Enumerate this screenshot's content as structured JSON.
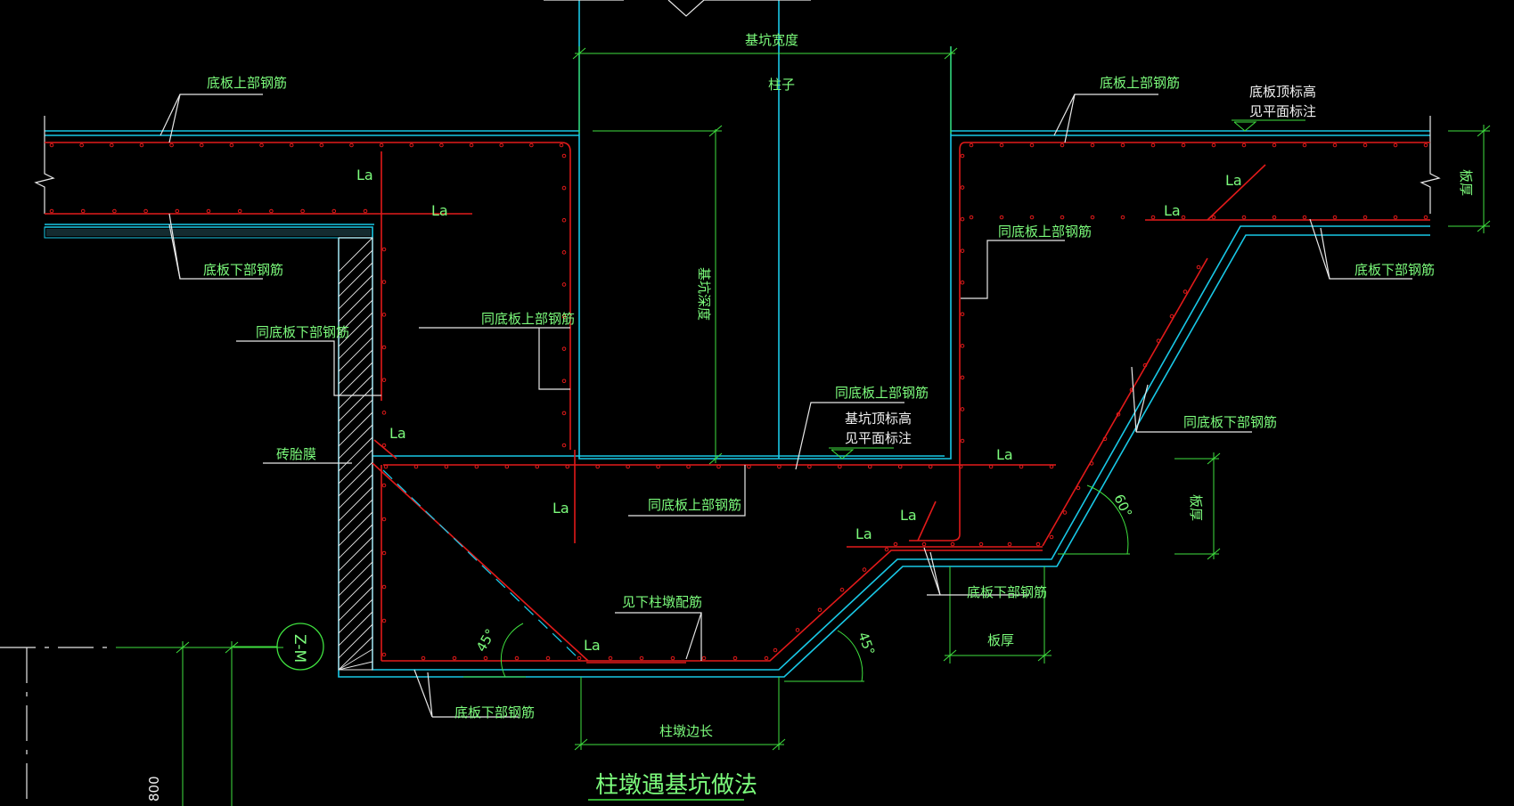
{
  "title": "柱墩遇基坑做法",
  "colors": {
    "background": "#000000",
    "concrete_outline": "#19c8e6",
    "rebar": "#e21a1a",
    "annotation": "#7CFC7C",
    "dimension_line": "#3fe03f",
    "elevation_text": "#f0f0f0"
  },
  "labels": {
    "pit_width": "基坑宽度",
    "column": "柱子",
    "pit_depth": "基坑深度",
    "slab_top_rebar_left": "底板上部钢筋",
    "slab_top_rebar_right": "底板上部钢筋",
    "slab_bottom_rebar_left": "底板下部钢筋",
    "slab_bottom_rebar_right": "底板下部钢筋",
    "slab_top_elev_line1": "底板顶标高",
    "slab_top_elev_line2": "见平面标注",
    "slab_thickness_right": "板厚",
    "same_as_top_rebar_inner": "同底板上部钢筋",
    "same_as_top_rebar_right": "同底板上部钢筋",
    "same_as_bottom_rebar_left": "同底板下部钢筋",
    "same_as_top_rebar_pit": "同底板上部钢筋",
    "pit_top_elev_line1": "基坑顶标高",
    "pit_top_elev_line2": "见平面标注",
    "brick_mold": "砖胎膜",
    "same_as_top_rebar_mid": "同底板上部钢筋",
    "same_as_bottom_rebar_slope": "同底板下部钢筋",
    "slab_thickness_slope": "板厚",
    "see_pier_rebar": "见下柱墩配筋",
    "slab_bottom_rebar_pit": "底板下部钢筋",
    "slab_bottom_rebar_step": "底板下部钢筋",
    "slab_thickness_step": "板厚",
    "pier_overhang": "柱墩边长",
    "anchorage": "La",
    "angle_60": "60°",
    "angle_45_left": "45°",
    "angle_45_right": "45°",
    "section_marker": "Z-M",
    "dim_partial": "800"
  }
}
